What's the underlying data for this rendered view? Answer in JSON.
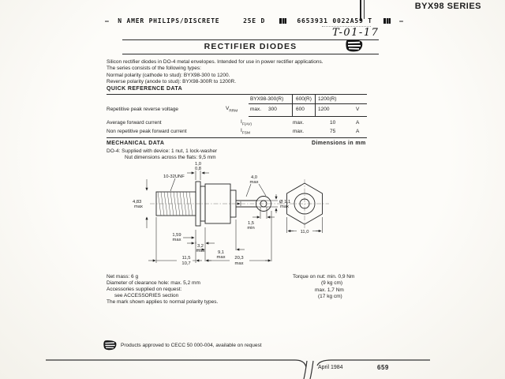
{
  "page": {
    "series_title": "BYX98 SERIES",
    "title": "RECTIFIER DIODES",
    "handwritten_mark": "T-01-17"
  },
  "header_line": {
    "lead_dash": "—",
    "company": "N AMER PHILIPS/DISCRETE",
    "doc_code": "25E D",
    "serial": "6653931 0022A59 T",
    "trail_dash": "—"
  },
  "intro": {
    "lines": [
      "Silicon rectifier diodes in DO-4 metal envelopes. Intended for use in power rectifier applications.",
      "The series consists of the following types:",
      "Normal polarity (cathode to stud): BYX98-300 to 1200.",
      "Reverse polarity (anode to stud): BYX98-300R to 1200R."
    ]
  },
  "qrd": {
    "heading": "QUICK REFERENCE DATA",
    "columns": [
      "BYX98-300(R)",
      "600(R)",
      "1200(R)"
    ],
    "rows": [
      {
        "param": "Repetitive peak reverse voltage",
        "symbol": "V",
        "symbol_sub": "RRM",
        "qualifier": "max.",
        "values": [
          "300",
          "600",
          "1200"
        ],
        "unit": "V"
      },
      {
        "param": "Average forward current",
        "symbol": "I",
        "symbol_sub": "F(AV)",
        "qualifier": "max.",
        "value": "10",
        "unit": "A"
      },
      {
        "param": "Non repetitive peak forward current",
        "symbol": "I",
        "symbol_sub": "FSM",
        "qualifier": "max.",
        "value": "75",
        "unit": "A"
      }
    ]
  },
  "mech": {
    "heading": "MECHANICAL DATA",
    "dimensions_note": "Dimensions in mm",
    "package_line": "DO-4: Supplied with device: 1 nut, 1 lock-washer",
    "nut_line": "Nut dimensions across the flats: 9,5 mm",
    "drawing": {
      "thread_spec": "10-32UNF",
      "stud_dia": "4,83",
      "stud_dia_q": "max",
      "flange_max": "1,0",
      "flange_min": "0,8",
      "tab_width": "4,0",
      "tab_width_q": "max",
      "wire_dia": "Ø 1,1",
      "wire_dia_q": "max",
      "hole_dia": "1,5",
      "hole_dia_q": "min",
      "shank": "1,59",
      "shank_q": "max",
      "flange_len": "3,2",
      "flange_len_q": "max",
      "hex_len": "9,1",
      "hex_len_q": "max",
      "stud_len_max": "11,5",
      "stud_len_min": "10,7",
      "overall": "20,3",
      "overall_q": "max",
      "across_flats": "11,0"
    }
  },
  "notes": {
    "left": [
      "Net mass: 6 g",
      "Diameter of clearance hole: max. 5,2 mm",
      "Accessories supplied on request:",
      "see ACCESSORIES section",
      "The mark shown applies to normal polarity types."
    ],
    "right": [
      "Torque on nut: min. 0,9 Nm",
      "(9 kg cm)",
      "max. 1,7 Nm",
      "(17 kg cm)"
    ]
  },
  "footer": {
    "approval": "Products approved to CECC 50 000-004, available on request",
    "date": "April 1984",
    "page_number": "659"
  }
}
